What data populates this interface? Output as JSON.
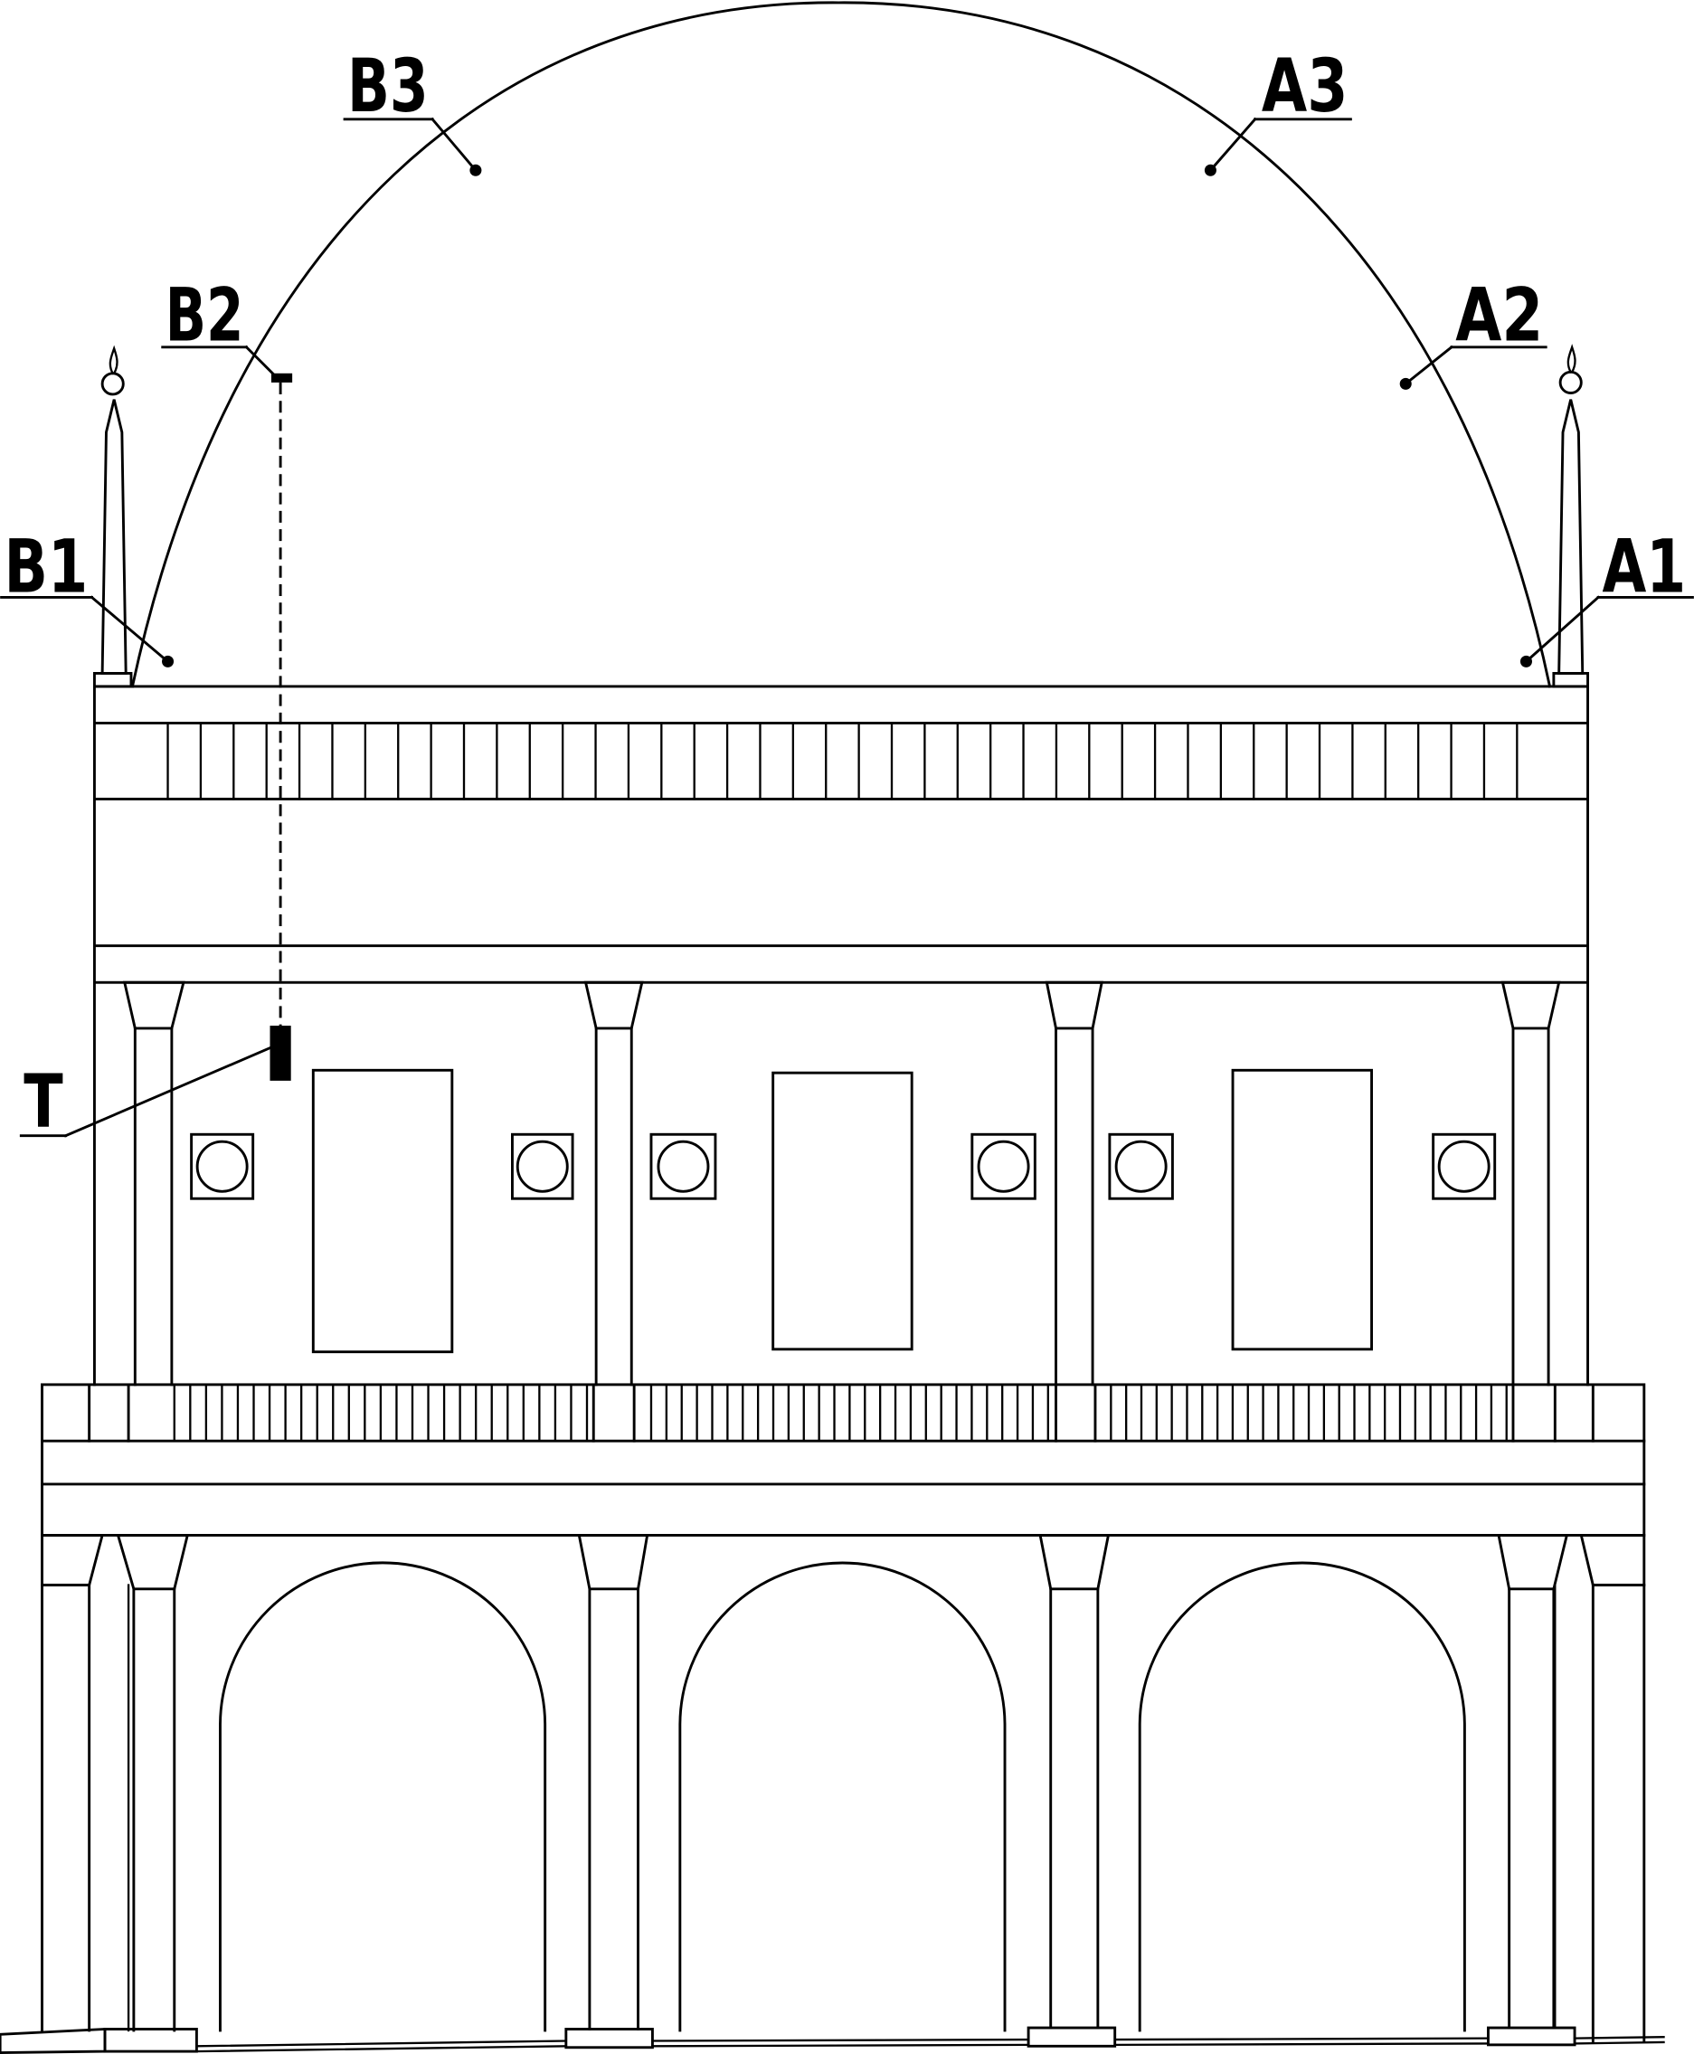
{
  "colors": {
    "line": "#000000",
    "background": "#ffffff"
  },
  "labels": {
    "b1": "B1",
    "b2": "B2",
    "b3": "B3",
    "a1": "A1",
    "a2": "A2",
    "a3": "A3",
    "t": "T"
  }
}
